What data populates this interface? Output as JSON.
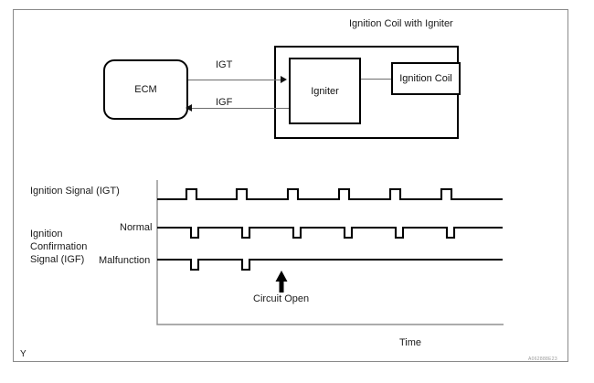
{
  "diagram": {
    "title": "Ignition Coil with Igniter",
    "blocks": [
      {
        "name": "ecm",
        "label": "ECM"
      },
      {
        "name": "igniter",
        "label": "Igniter"
      },
      {
        "name": "ignition-coil",
        "label": "Ignition Coil"
      }
    ],
    "signals": [
      {
        "name": "igt",
        "label": "IGT",
        "direction": "ecm-to-igniter"
      },
      {
        "name": "igf",
        "label": "IGF",
        "direction": "igniter-to-ecm"
      }
    ]
  },
  "waveforms": {
    "row_labels": {
      "igt": "Ignition Signal (IGT)",
      "igf_group_line1": "Ignition",
      "igf_group_line2": "Confirmation",
      "igf_group_line3": "Signal (IGF)",
      "normal": "Normal",
      "malfunction": "Malfunction"
    },
    "annotation": "Circuit Open",
    "x_axis_label": "Time"
  },
  "footer": {
    "page_marker": "Y",
    "reference_code": "A062888E23"
  },
  "colors": {
    "frame": "#8a8a8a",
    "box_stroke": "#000000",
    "connector": "#6d6d6d",
    "wave": "#000000",
    "axis": "#8f8f8f",
    "text": "#1a1a1a"
  },
  "chart_data": {
    "type": "line",
    "title": "",
    "xlabel": "Time",
    "ylabel": "",
    "grid": false,
    "legend": "none",
    "x_range": [
      172,
      550
    ],
    "pulse_period": 56,
    "series": [
      {
        "name": "Ignition Signal (IGT)",
        "baseline_y": 218,
        "polarity": "high-pulse",
        "pulse_width": 11,
        "pulse_height": 11,
        "pulse_starts": [
          204,
          259,
          315,
          371,
          427,
          483
        ],
        "pulse_count": 6
      },
      {
        "name": "Ignition Confirmation Signal (IGF) - Normal",
        "baseline_y": 249,
        "polarity": "low-pulse",
        "pulse_width": 8,
        "pulse_height": 11,
        "pulse_starts": [
          209,
          265,
          321,
          377,
          433,
          489
        ],
        "pulse_count": 6
      },
      {
        "name": "Ignition Confirmation Signal (IGF) - Malfunction",
        "baseline_y": 284,
        "polarity": "low-pulse",
        "pulse_width": 8,
        "pulse_height": 11,
        "pulse_starts": [
          209,
          265
        ],
        "pulse_count": 2
      }
    ],
    "annotations": [
      {
        "text": "Circuit Open",
        "arrow_x": 308,
        "arrow_tip_y": 296,
        "text_y": 328
      }
    ]
  }
}
